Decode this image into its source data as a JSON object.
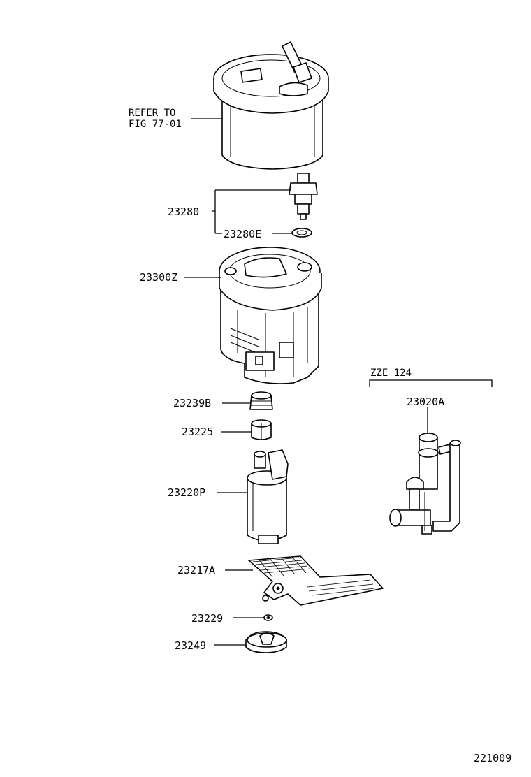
{
  "labels": {
    "refer_line1": "REFER TO",
    "refer_line2": "FIG 77-01",
    "p23280": "23280",
    "p23280e": "23280E",
    "p23300z": "23300Z",
    "p23239b": "23239B",
    "p23225": "23225",
    "p23220p": "23220P",
    "p23217a": "23217A",
    "p23229": "23229",
    "p23249": "23249",
    "zze_group": "ZZE 124",
    "p23020a": "23020A"
  },
  "figure_number": "221009"
}
